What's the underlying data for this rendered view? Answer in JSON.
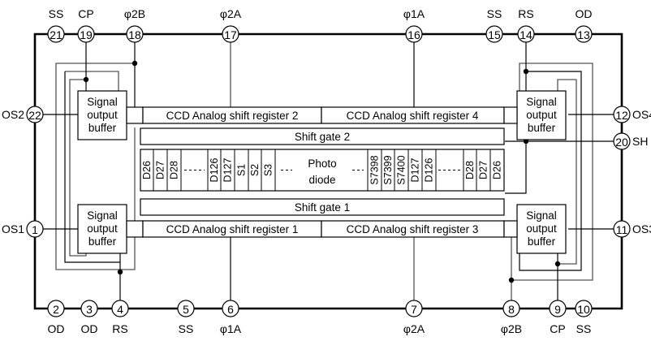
{
  "diagram": {
    "title": "CCD linear image sensor block diagram",
    "pins": [
      {
        "num": "21",
        "label": "SS",
        "side": "top"
      },
      {
        "num": "19",
        "label": "CP",
        "side": "top"
      },
      {
        "num": "18",
        "label": "φ2B",
        "side": "top"
      },
      {
        "num": "17",
        "label": "φ2A",
        "side": "top"
      },
      {
        "num": "16",
        "label": "φ1A",
        "side": "top"
      },
      {
        "num": "15",
        "label": "SS",
        "side": "top"
      },
      {
        "num": "14",
        "label": "RS",
        "side": "top"
      },
      {
        "num": "13",
        "label": "OD",
        "side": "top"
      },
      {
        "num": "22",
        "label": "OS2",
        "side": "left"
      },
      {
        "num": "1",
        "label": "OS1",
        "side": "left"
      },
      {
        "num": "12",
        "label": "OS4",
        "side": "right"
      },
      {
        "num": "20",
        "label": "SH",
        "side": "right"
      },
      {
        "num": "11",
        "label": "OS3",
        "side": "right"
      },
      {
        "num": "2",
        "label": "OD",
        "side": "bottom"
      },
      {
        "num": "3",
        "label": "OD",
        "side": "bottom"
      },
      {
        "num": "4",
        "label": "RS",
        "side": "bottom"
      },
      {
        "num": "5",
        "label": "SS",
        "side": "bottom"
      },
      {
        "num": "6",
        "label": "φ1A",
        "side": "bottom"
      },
      {
        "num": "7",
        "label": "φ2A",
        "side": "bottom"
      },
      {
        "num": "8",
        "label": "φ2B",
        "side": "bottom"
      },
      {
        "num": "9",
        "label": "CP",
        "side": "bottom"
      },
      {
        "num": "10",
        "label": "SS",
        "side": "bottom"
      }
    ],
    "buffers": {
      "line1": "Signal",
      "line2": "output",
      "line3": "buffer"
    },
    "registers": {
      "r2": "CCD Analog shift register 2",
      "r4": "CCD Analog shift register 4",
      "r1": "CCD Analog shift register 1",
      "r3": "CCD Analog shift register 3"
    },
    "gates": {
      "g2": "Shift gate 2",
      "g1": "Shift gate 1"
    },
    "photodiode": {
      "left_cells": [
        "D26",
        "D27",
        "D28",
        "D126",
        "D127",
        "S1",
        "S2",
        "S3"
      ],
      "center_line1": "Photo",
      "center_line2": "diode",
      "right_cells": [
        "S7398",
        "S7399",
        "S7400",
        "D127",
        "D126",
        "D28",
        "D27",
        "D26"
      ]
    }
  }
}
